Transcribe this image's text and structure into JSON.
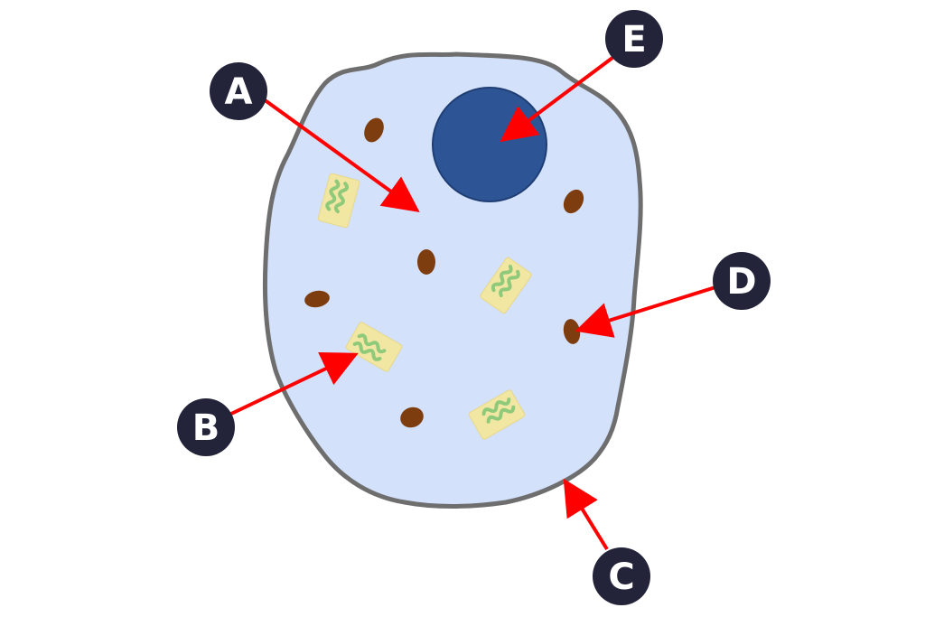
{
  "colors": {
    "cytoplasm": "#d3e1fb",
    "membrane": "#6e6e6e",
    "nucleus": "#2d5596",
    "nucleus_outline": "#1f3e73",
    "mitochondria": "#7e3d0e",
    "chloroplast_fill": "#f2e6a3",
    "chloroplast_thylakoid": "#8fca7a",
    "arrow": "#ff0000",
    "label_bg": "#23233a",
    "label_text": "#ffffff"
  },
  "labels": [
    {
      "id": "A",
      "text": "A"
    },
    {
      "id": "B",
      "text": "B"
    },
    {
      "id": "C",
      "text": "C"
    },
    {
      "id": "D",
      "text": "D"
    },
    {
      "id": "E",
      "text": "E"
    }
  ]
}
